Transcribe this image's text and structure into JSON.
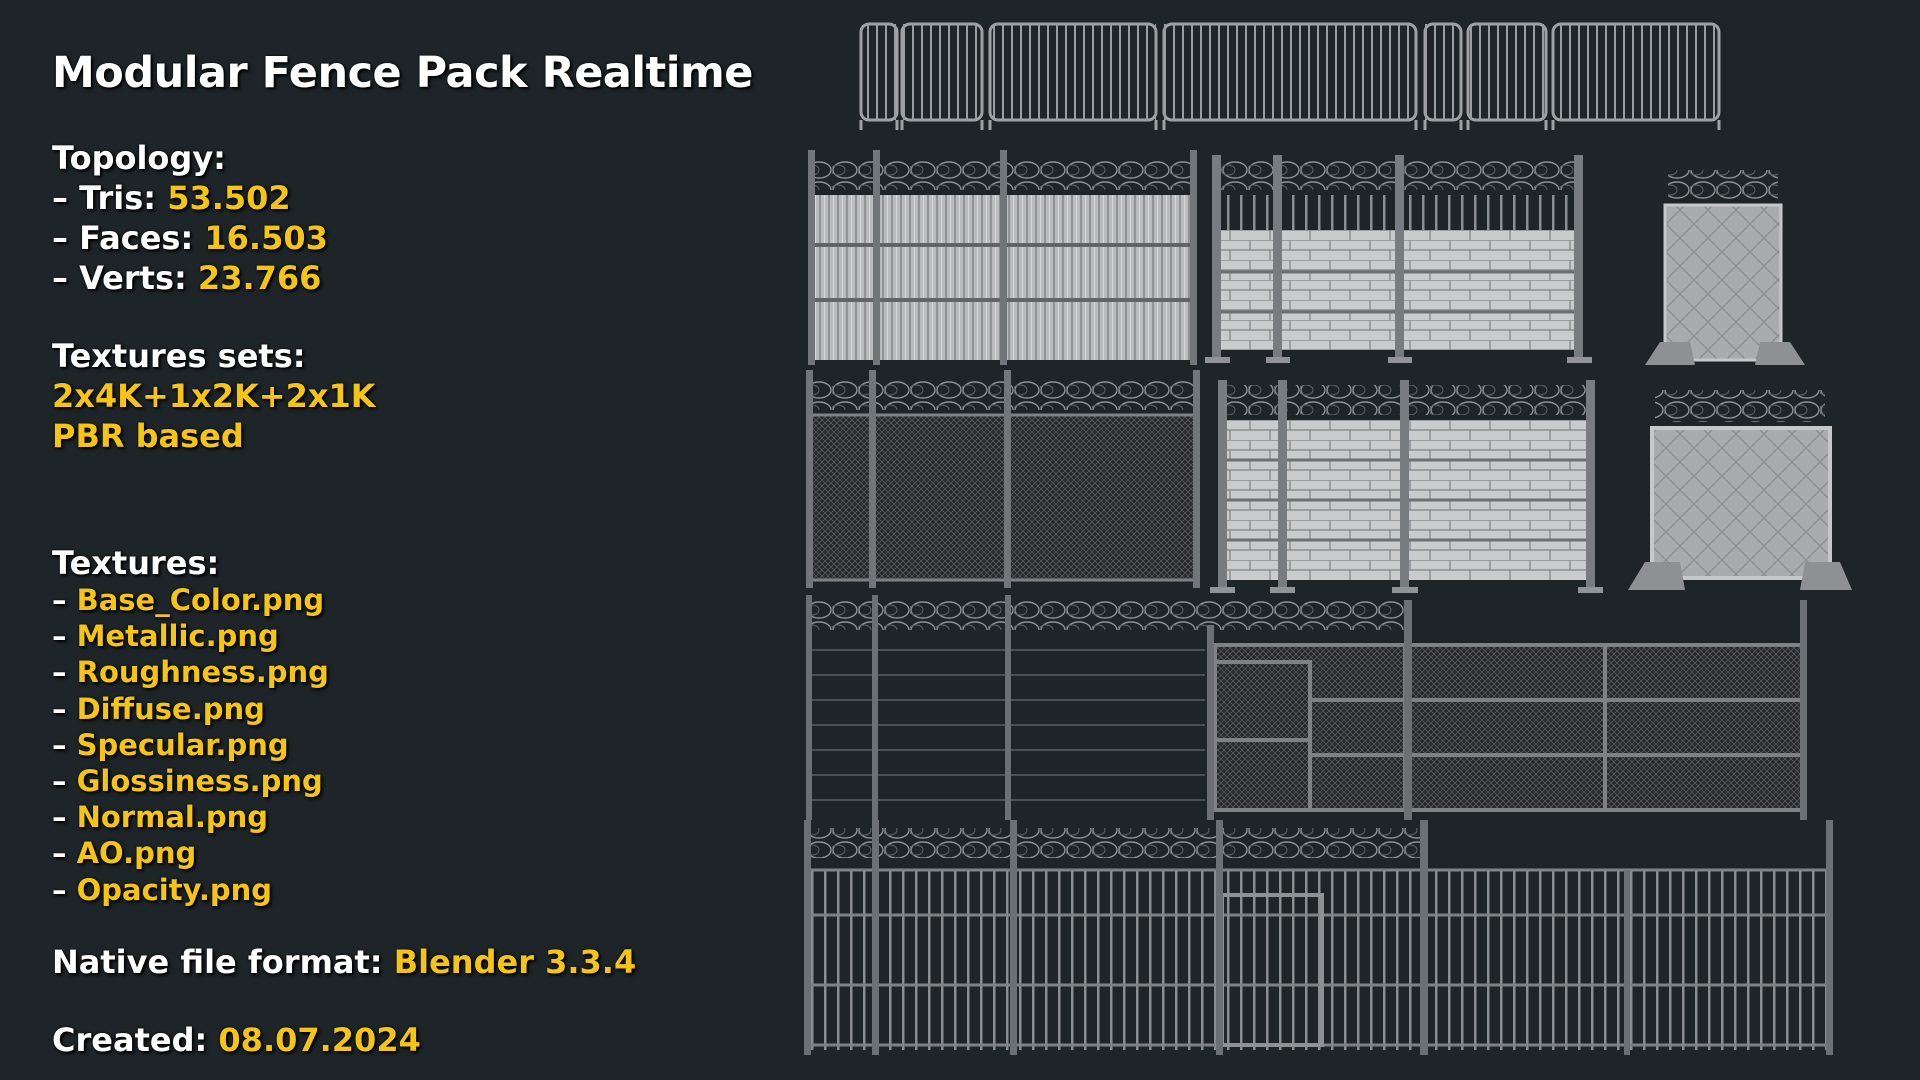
{
  "title": "Modular Fence Pack Realtime",
  "topology": {
    "heading": "Topology:",
    "items": [
      {
        "label": "– Tris: ",
        "value": "53.502"
      },
      {
        "label": "– Faces: ",
        "value": "16.503"
      },
      {
        "label": "– Verts: ",
        "value": "23.766"
      }
    ]
  },
  "texture_sets": {
    "heading": "Textures sets:",
    "value": "2x4K+1x2K+2x1K",
    "note": "PBR based"
  },
  "textures": {
    "heading": "Textures:",
    "prefix": "– ",
    "files": [
      "Base_Color.png",
      "Metallic.png",
      "Roughness.png",
      "Diffuse.png",
      "Specular.png",
      "Glossiness.png",
      "Normal.png",
      "AO.png",
      "Opacity.png"
    ]
  },
  "native_format": {
    "label": "Native file format: ",
    "value": "Blender 3.3.4"
  },
  "created": {
    "label": "Created: ",
    "value": "08.07.2024"
  },
  "colors": {
    "background": "#1d2529",
    "accent": "#f5c414",
    "text": "#ffffff"
  }
}
